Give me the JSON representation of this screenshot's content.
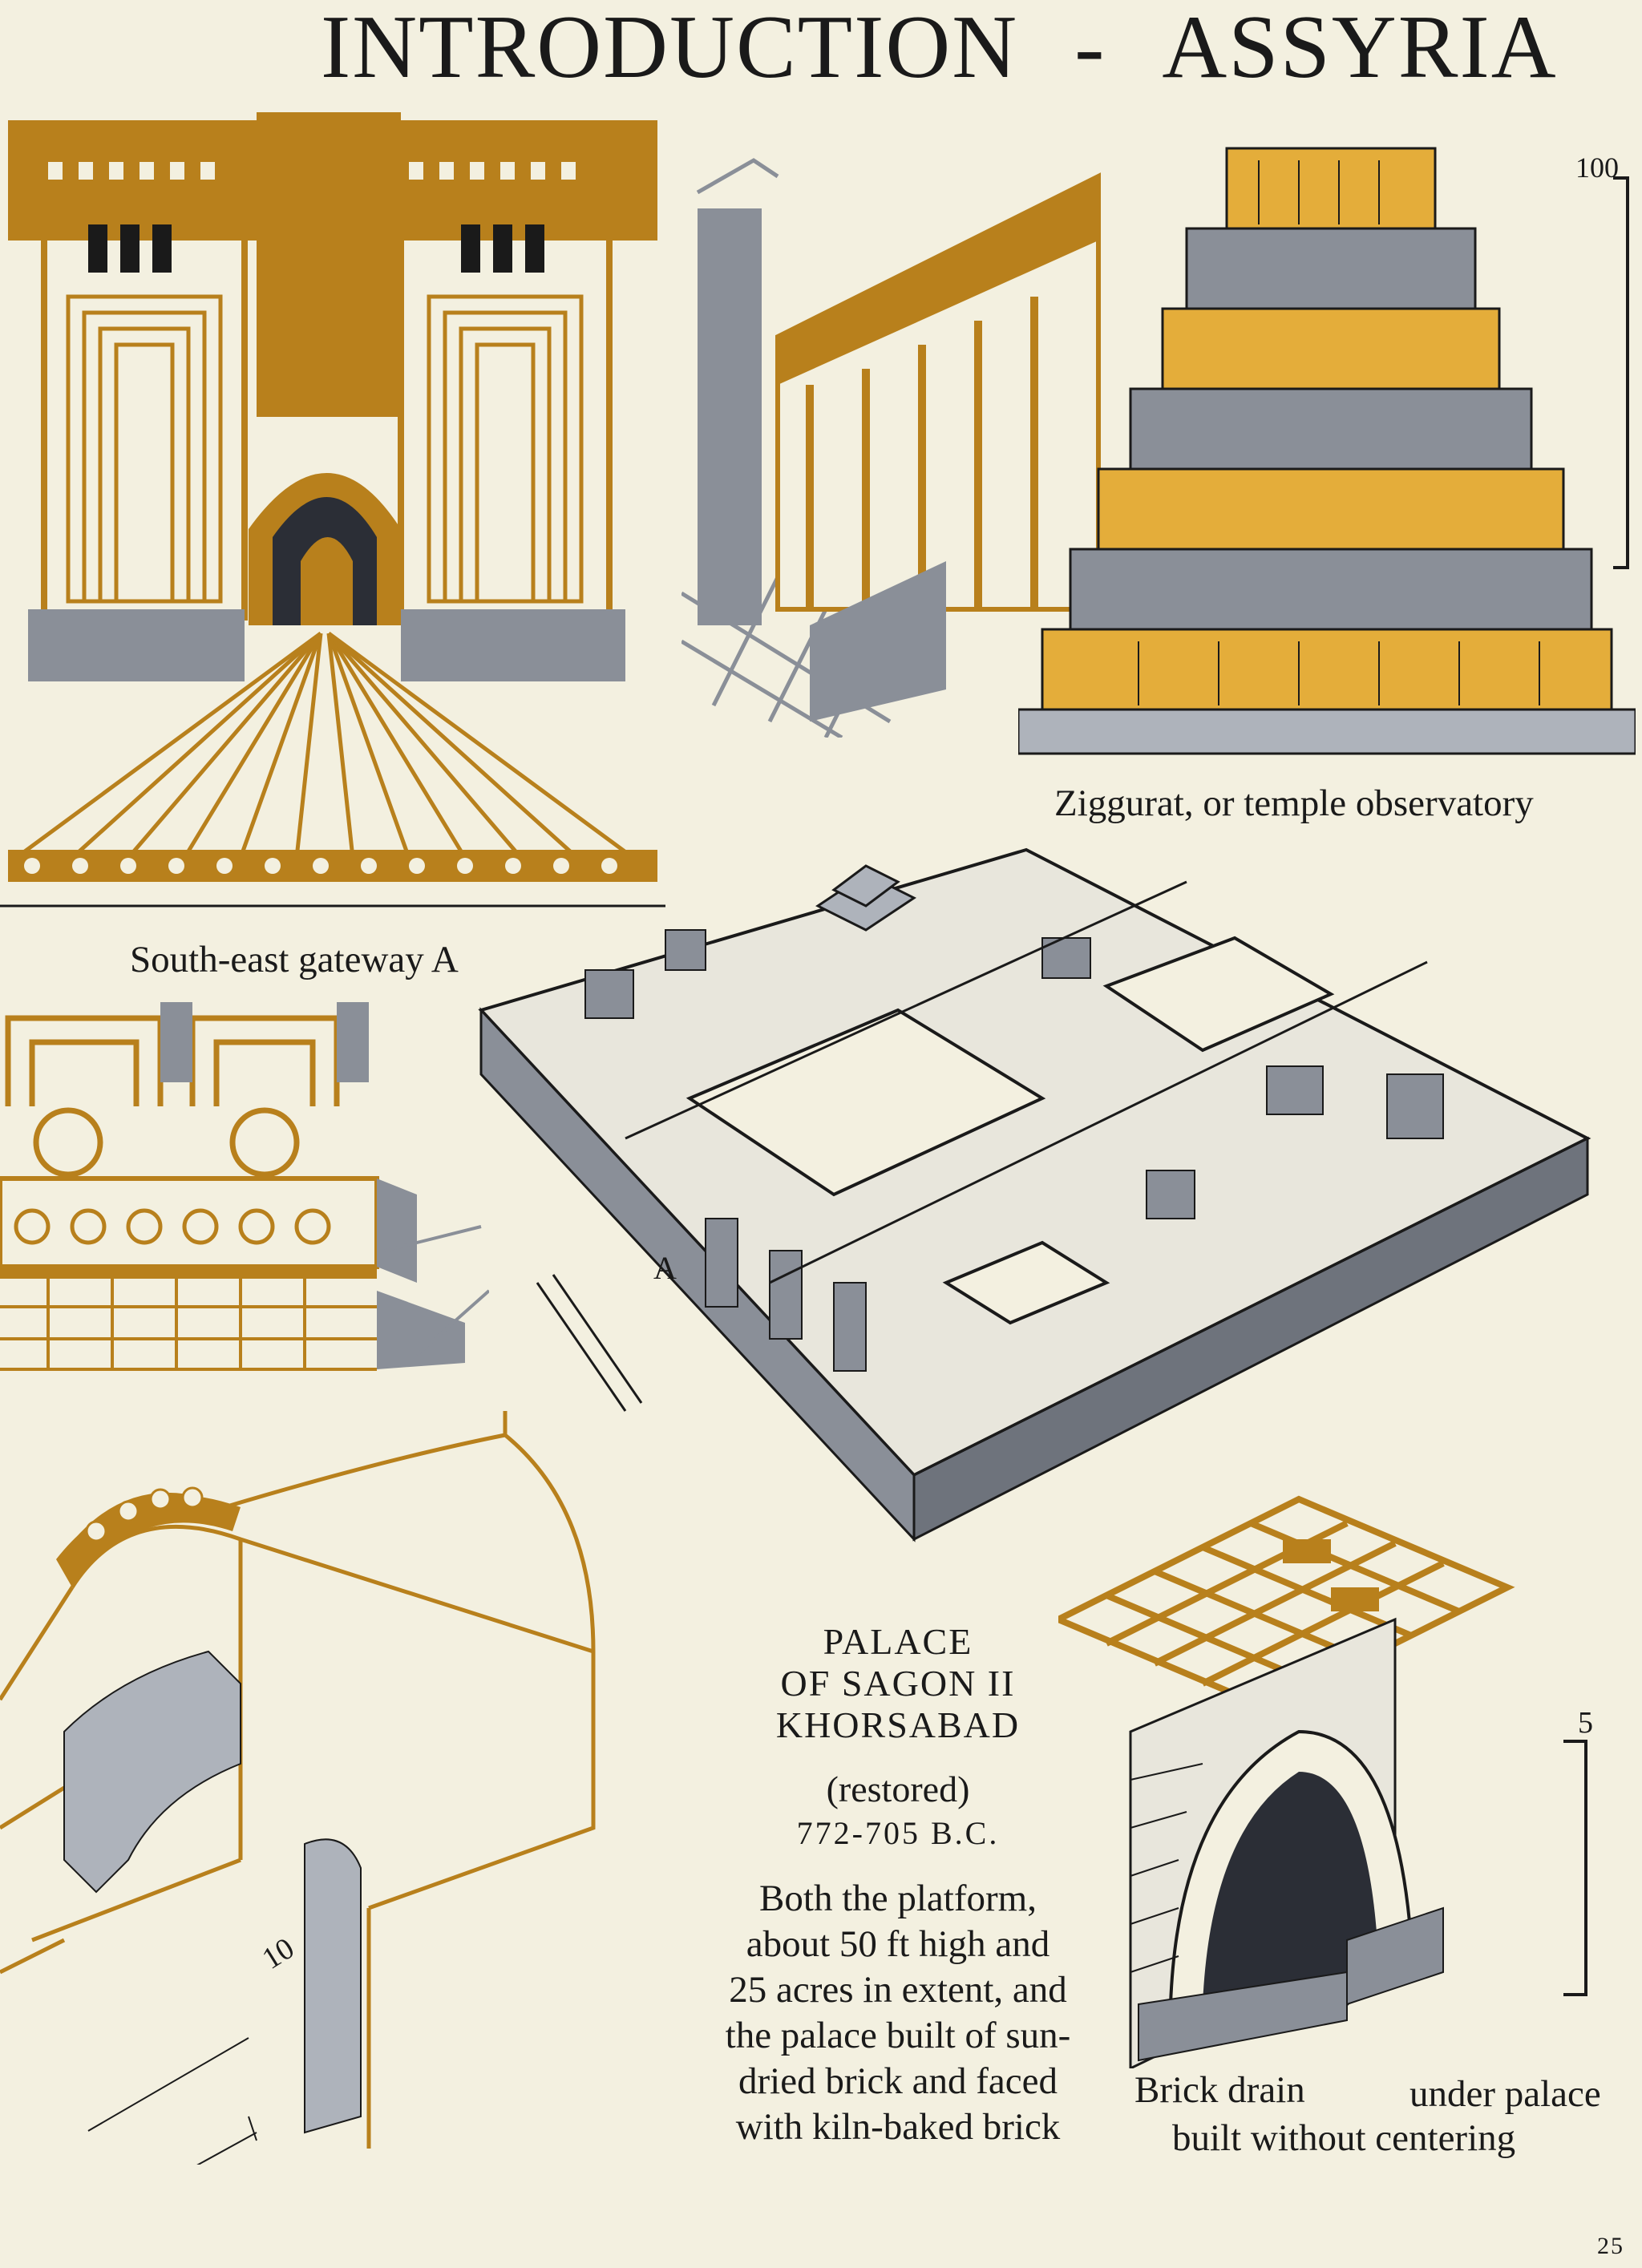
{
  "page": {
    "title_left": "INTRODUCTION",
    "title_sep": "-",
    "title_right": "ASSYRIA",
    "page_number": "25",
    "colors": {
      "ochre": "#b8801c",
      "grey": "#8a8f98",
      "ink": "#1a1a1a",
      "paper": "#f3f0e0"
    }
  },
  "captions": {
    "gateway": "South-east gateway A",
    "ziggurat": "Ziggurat, or temple observatory",
    "palace_marker": "A",
    "drain_left": "Brick drain",
    "drain_right": "under palace",
    "drain_line2": "built without centering"
  },
  "scales": {
    "ziggurat": "100",
    "drain": "5",
    "arch": "10"
  },
  "palace_text": {
    "line1": "PALACE",
    "line2": "OF SAGON II",
    "line3": "KHORSABAD",
    "restored": "(restored)",
    "dates": "772-705 B.C.",
    "body": [
      "Both the platform,",
      "about 50 ft high and",
      "25 acres in extent, and",
      "the palace built of sun-",
      "dried brick and faced",
      "with kiln-baked brick"
    ]
  }
}
